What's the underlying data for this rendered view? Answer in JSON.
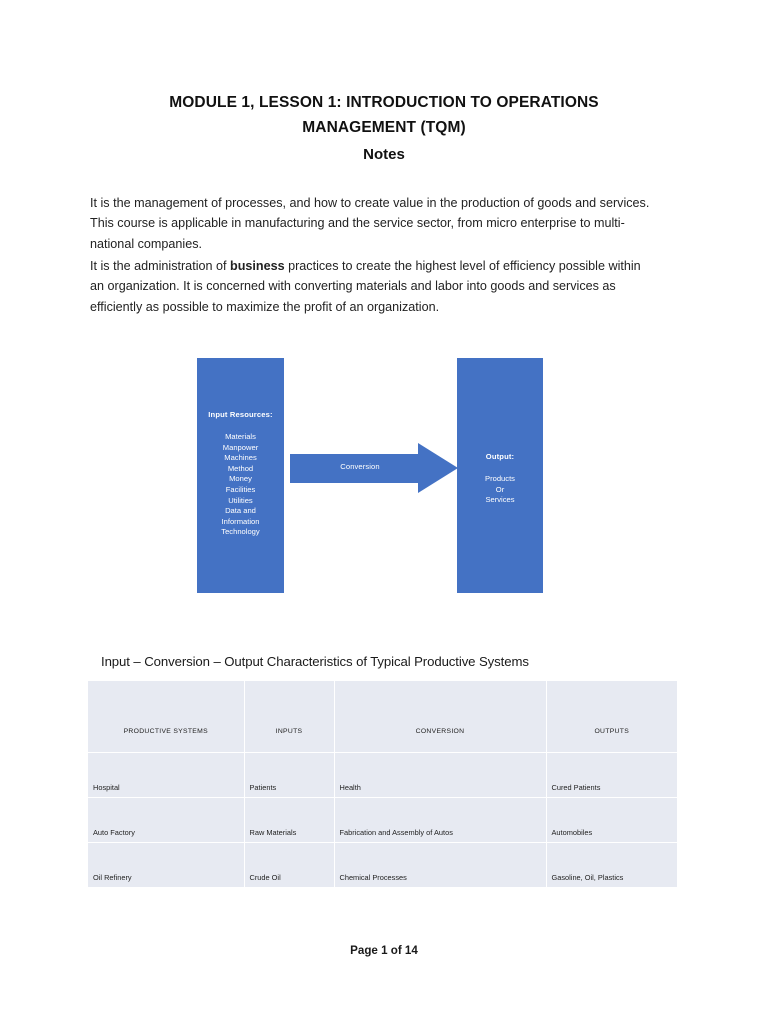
{
  "document": {
    "title_line_1": "MODULE 1, LESSON 1: INTRODUCTION TO OPERATIONS",
    "title_line_2": "MANAGEMENT (TQM)",
    "subtitle": "Notes",
    "footer": "Page 1 of 14"
  },
  "paragraphs": {
    "p1": "It is the management of processes, and how to create value in the production of goods and services.  This course is applicable in manufacturing and the service sector, from micro enterprise to multi-national companies.",
    "p2_before": "It is the administration of ",
    "p2_bold": "business",
    "p2_after": " practices to create the highest level of efficiency possible within an organization. It is concerned with converting materials and labor into goods and services as efficiently as possible to maximize the profit of an organization."
  },
  "diagram": {
    "accent_color": "#4472C4",
    "input": {
      "heading": "Input Resources:",
      "items_text": "Materials\nManpower\nMachines\nMethod\nMoney\nFacilities\nUtilities\nData and\nInformation\nTechnology",
      "items": [
        "Materials",
        "Manpower",
        "Machines",
        "Method",
        "Money",
        "Facilities",
        "Utilities",
        "Data and",
        "Information",
        "Technology"
      ]
    },
    "arrow_label": "Conversion",
    "output": {
      "heading": "Output:",
      "items_text": "Products\nOr\nServices",
      "items": [
        "Products",
        "Or",
        "Services"
      ]
    }
  },
  "table": {
    "caption": "Input – Conversion – Output Characteristics of Typical Productive Systems",
    "background_color": "#E7EAF2",
    "columns": [
      "PRODUCTIVE SYSTEMS",
      "INPUTS",
      "CONVERSION",
      "OUTPUTS"
    ],
    "rows": [
      {
        "system": "Hospital",
        "inputs": "Patients",
        "conversion": "Health",
        "outputs": "Cured Patients"
      },
      {
        "system": "Auto Factory",
        "inputs": "Raw Materials",
        "conversion": "Fabrication and Assembly of Autos",
        "outputs": "Automobiles"
      },
      {
        "system": "Oil Refinery",
        "inputs": "Crude Oil",
        "conversion": "Chemical Processes",
        "outputs": "Gasoline, Oil, Plastics"
      }
    ]
  }
}
